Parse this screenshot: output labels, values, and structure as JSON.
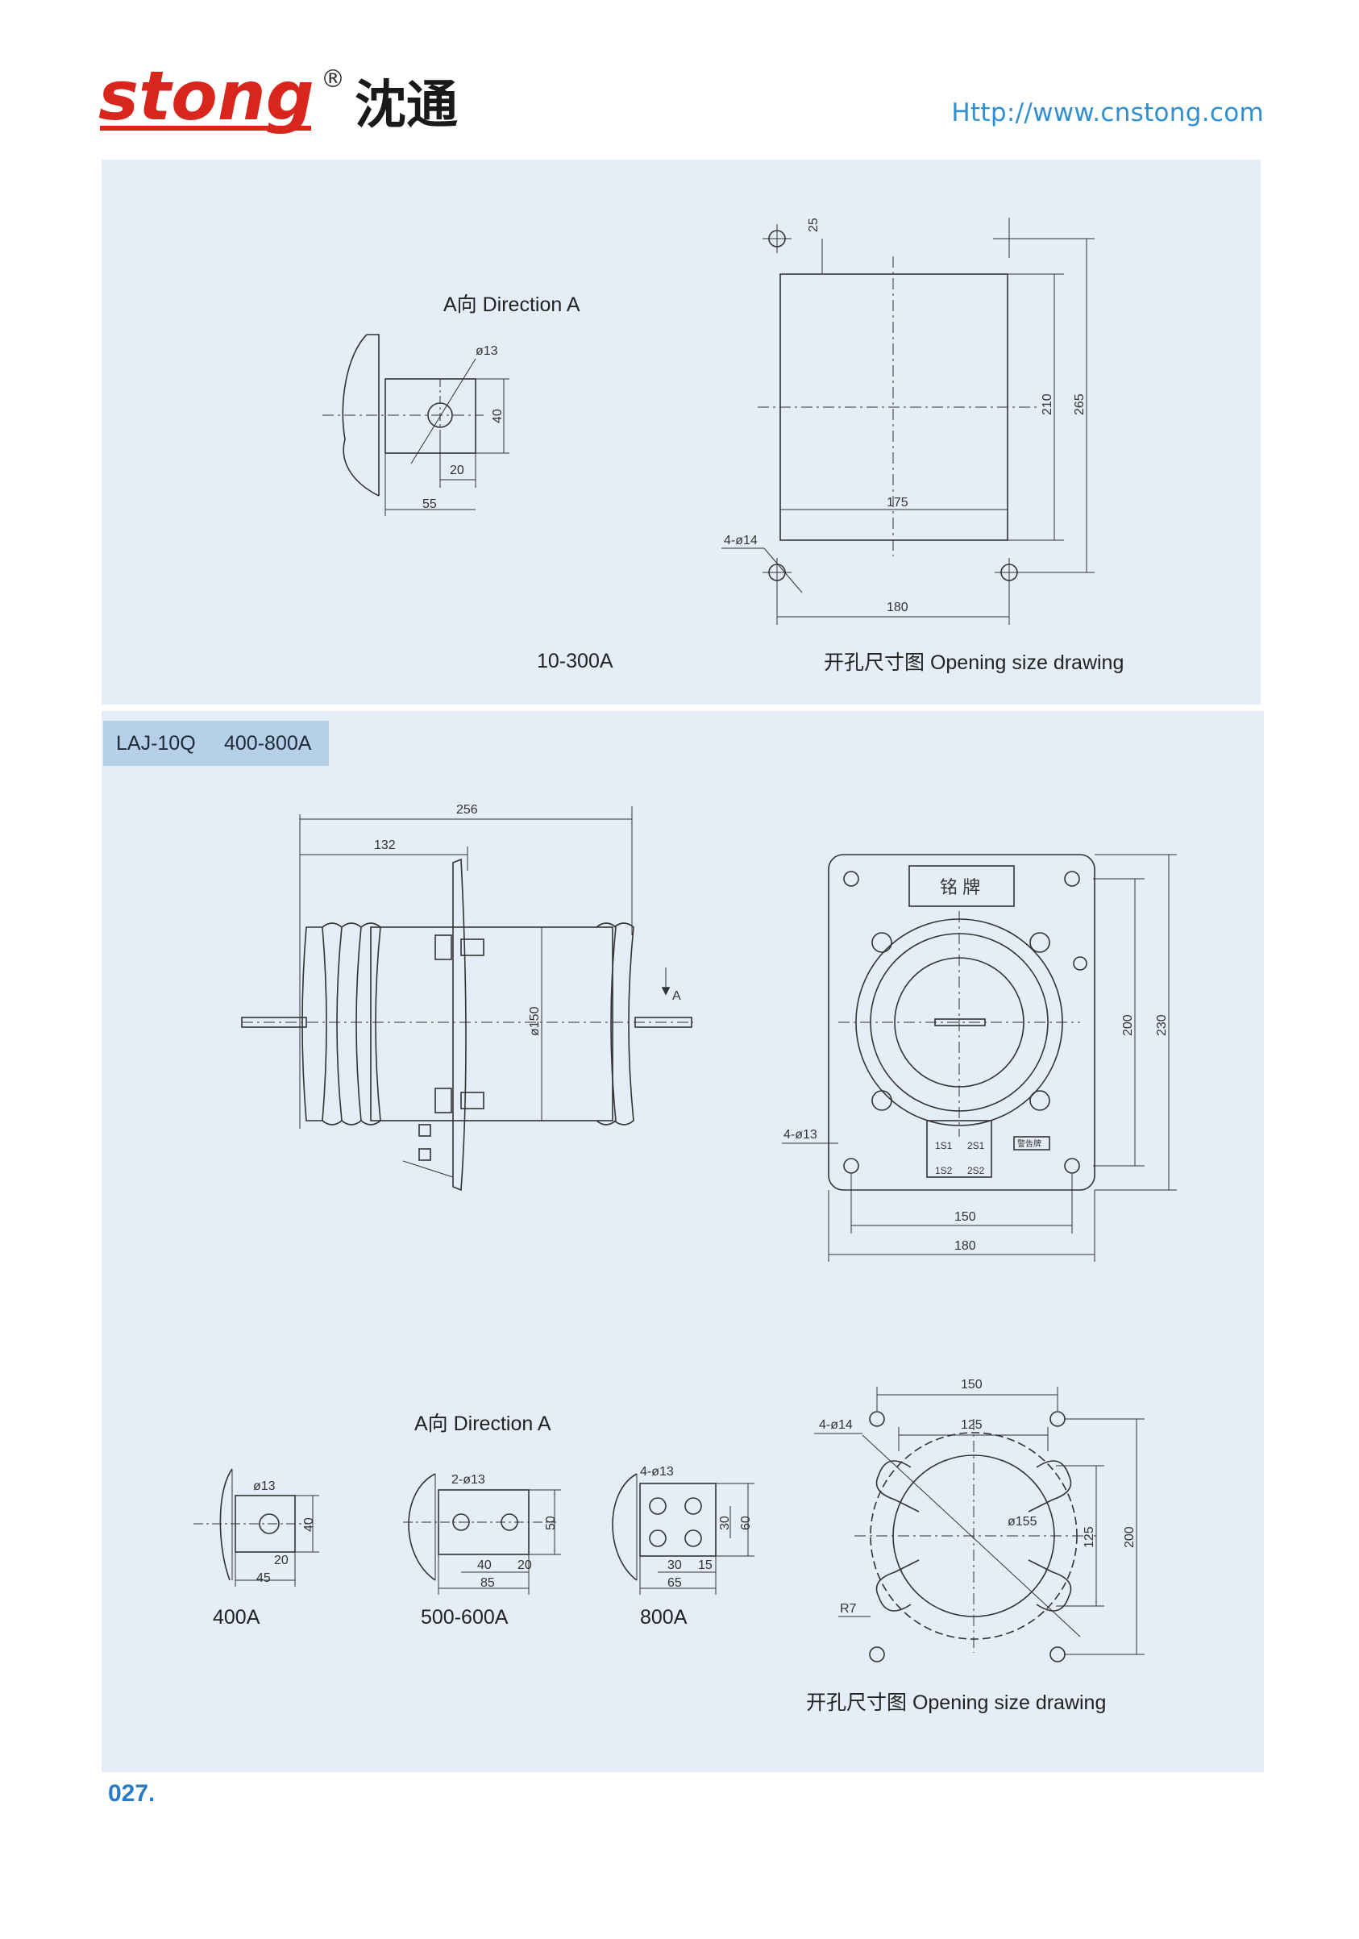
{
  "header": {
    "brand_latin": "stong",
    "registered_mark": "®",
    "brand_chinese": "沈通",
    "website": "Http://www.cnstong.com",
    "brand_color": "#d9261c",
    "link_color": "#2f8fd0"
  },
  "section_top": {
    "direction_label": "A向 Direction A",
    "range_label": "10-300A",
    "opening_caption": "开孔尺寸图 Opening size drawing",
    "dims": {
      "hole": "ø13",
      "height": "40",
      "offset": "20",
      "length": "55",
      "top_gap": "25",
      "inner_h": "210",
      "outer_h": "265",
      "inner_w": "175",
      "holes": "4-ø14",
      "outer_w": "180"
    }
  },
  "section_bottom": {
    "model_label": "LAJ-10Q",
    "range_label": "400-800A",
    "side_dims": {
      "total": "256",
      "half": "132",
      "dia": "ø150",
      "arrow_a": "A"
    },
    "front_dims": {
      "nameplate": "铭 牌",
      "inner_h": "200",
      "outer_h": "230",
      "holes": "4-ø13",
      "inner_w": "150",
      "outer_w": "180",
      "t1": "1S1",
      "t2": "2S1",
      "t3": "1S2",
      "t4": "2S2",
      "warn": "警告牌"
    },
    "direction_label": "A向 Direction A",
    "variants": [
      {
        "label": "400A",
        "hole": "ø13",
        "h": "40",
        "a": "20",
        "b": "45"
      },
      {
        "label": "500-600A",
        "hole": "2-ø13",
        "h": "50",
        "a": "40",
        "b": "20",
        "c": "85"
      },
      {
        "label": "800A",
        "hole": "4-ø13",
        "h1": "30",
        "h2": "60",
        "a": "30",
        "b": "15",
        "c": "65"
      }
    ],
    "opening": {
      "caption": "开孔尺寸图 Opening size drawing",
      "outer_w": "150",
      "inner_w": "125",
      "holes": "4-ø14",
      "dia": "ø155",
      "inner_h": "125",
      "outer_h": "200",
      "radius": "R7"
    }
  },
  "footer": {
    "page_number": "027."
  }
}
